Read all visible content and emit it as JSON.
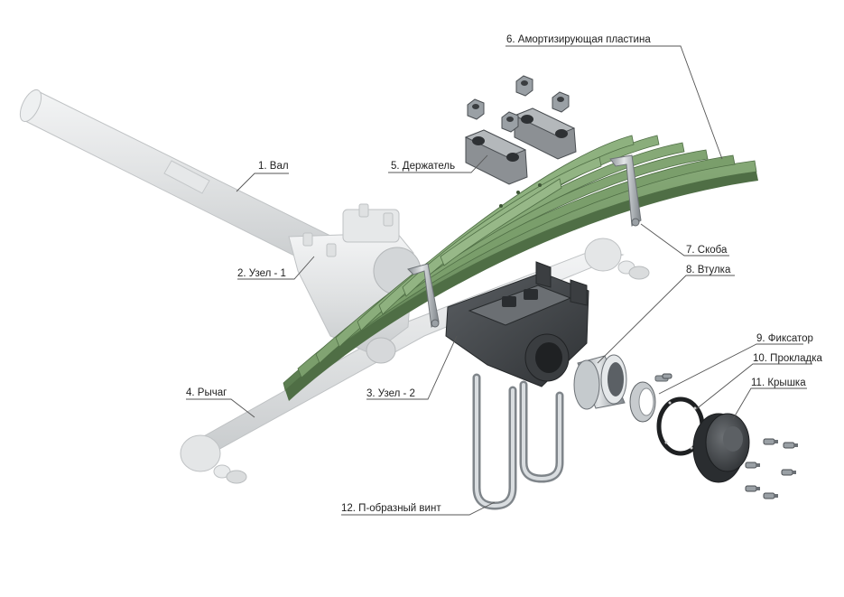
{
  "labels": {
    "shaft": "1.  Вал",
    "unit1": "2. Узел - 1",
    "unit2": "3. Узел - 2",
    "lever": "4. Рычаг",
    "holder": "5. Держатель",
    "damper": "6. Амортизирующая пластина",
    "clamp": "7. Скоба",
    "bushing": "8. Втулка",
    "retainer": "9. Фиксатор",
    "gasket": "10. Прокладка",
    "cover": "11. Крышка",
    "ubolt": "12. П-образный винт"
  },
  "colors": {
    "spring": "#6f9362",
    "spring_dark": "#4f6e45",
    "ghost": "#dcdedf",
    "ghost_stroke": "#b9bcbe",
    "metal_dark": "#45484b",
    "steel": "#b7bcc0",
    "leader": "#555555"
  },
  "icons": [
    "nut-icon",
    "bolt-icon"
  ]
}
